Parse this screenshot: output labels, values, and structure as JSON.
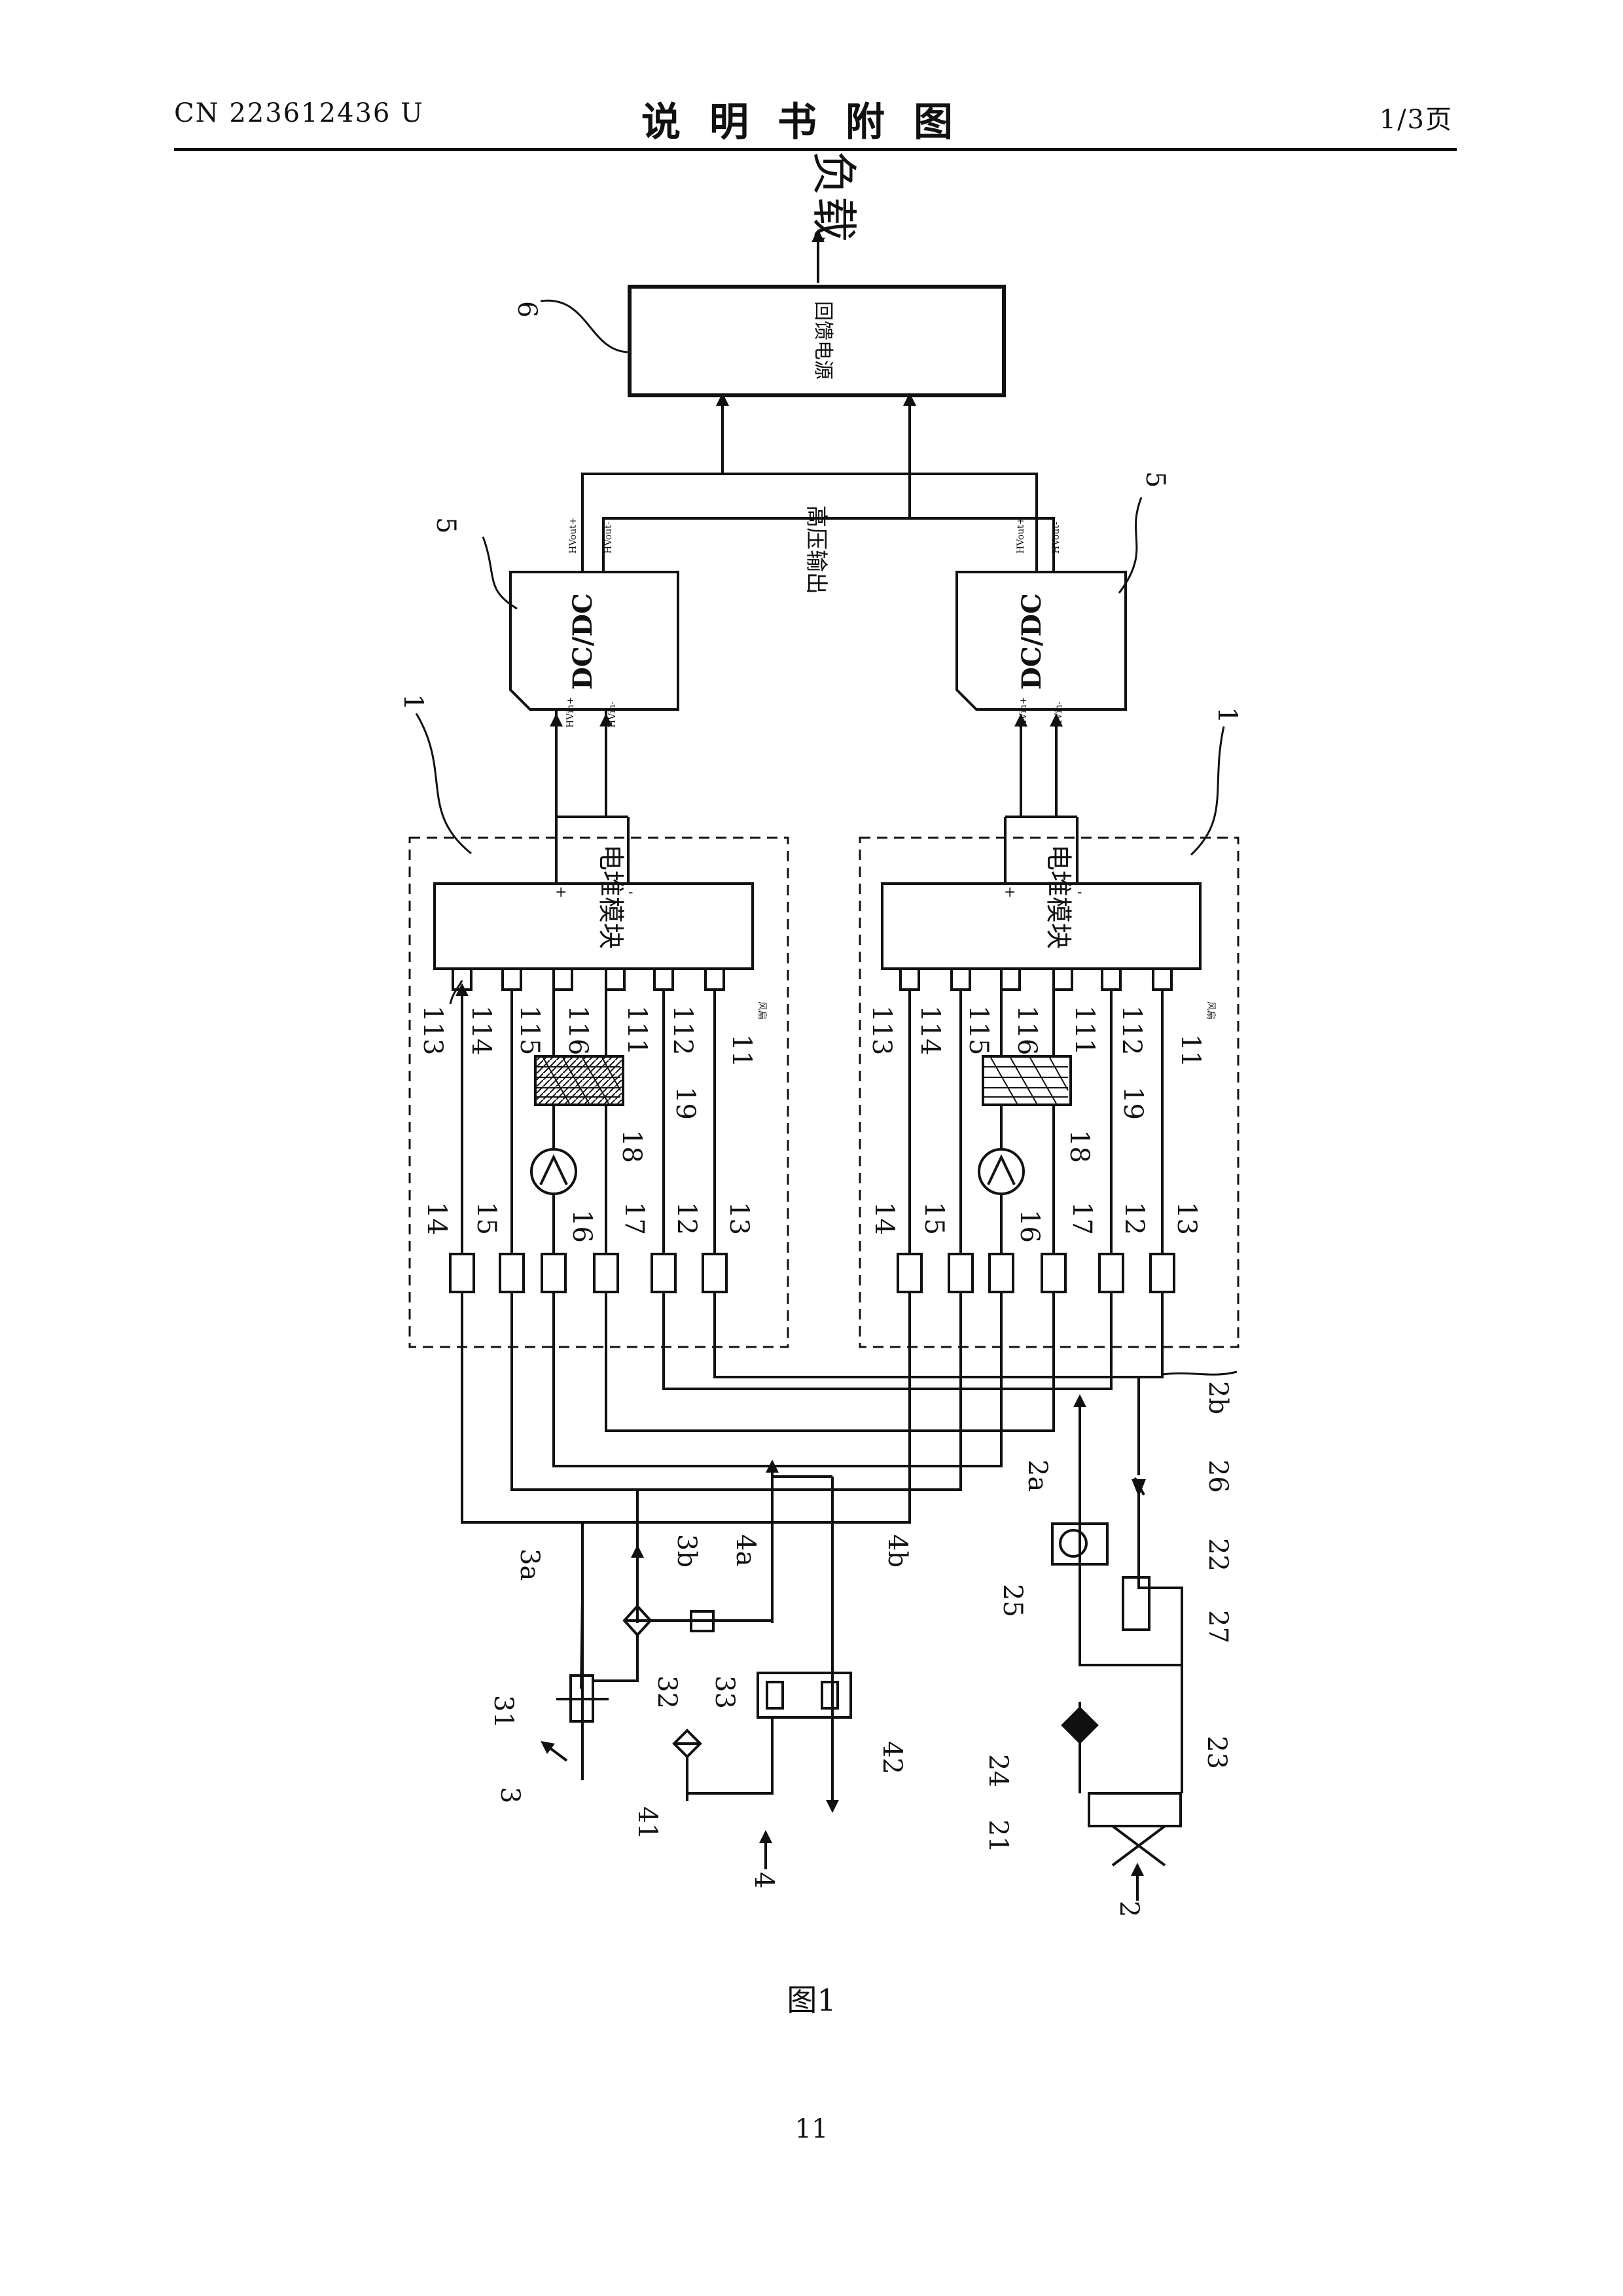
{
  "header": {
    "pub_number": "CN 223612436 U",
    "title": "说明书附图",
    "page_indicator": "1/3页"
  },
  "diagram": {
    "load_label": "负载",
    "feedback_power_label": "回馈电源",
    "high_voltage_label": "高压输出",
    "dcdc_label": "DC/DC",
    "dcdc_out_plus": "HVout+",
    "dcdc_out_minus": "HVout-",
    "dcdc_in_plus": "HVin+",
    "dcdc_in_minus": "HVin-",
    "stack_module_label": "电堆模块",
    "stack_plus": "+",
    "stack_minus": "-",
    "fan_label": "风扇",
    "callouts": {
      "c6": "6",
      "c5": "5",
      "c1": "1",
      "c113": "113",
      "c114": "114",
      "c115": "115",
      "c116": "116",
      "c111": "111",
      "c112": "112",
      "c11": "11",
      "c19": "19",
      "c18": "18",
      "c14": "14",
      "c15": "15",
      "c16": "16",
      "c17": "17",
      "c12": "12",
      "c13": "13",
      "c2b": "2b",
      "c2a": "2a",
      "c26": "26",
      "c22": "22",
      "c27": "27",
      "c25": "25",
      "c24": "24",
      "c23": "23",
      "c21": "21",
      "c2": "2",
      "c3a": "3a",
      "c3b": "3b",
      "c4a": "4a",
      "c4b": "4b",
      "c31": "31",
      "c32": "32",
      "c33": "33",
      "c42": "42",
      "c41": "41",
      "c3": "3",
      "c4": "4"
    }
  },
  "footer": {
    "figure_caption": "图1",
    "page_number": "11"
  }
}
